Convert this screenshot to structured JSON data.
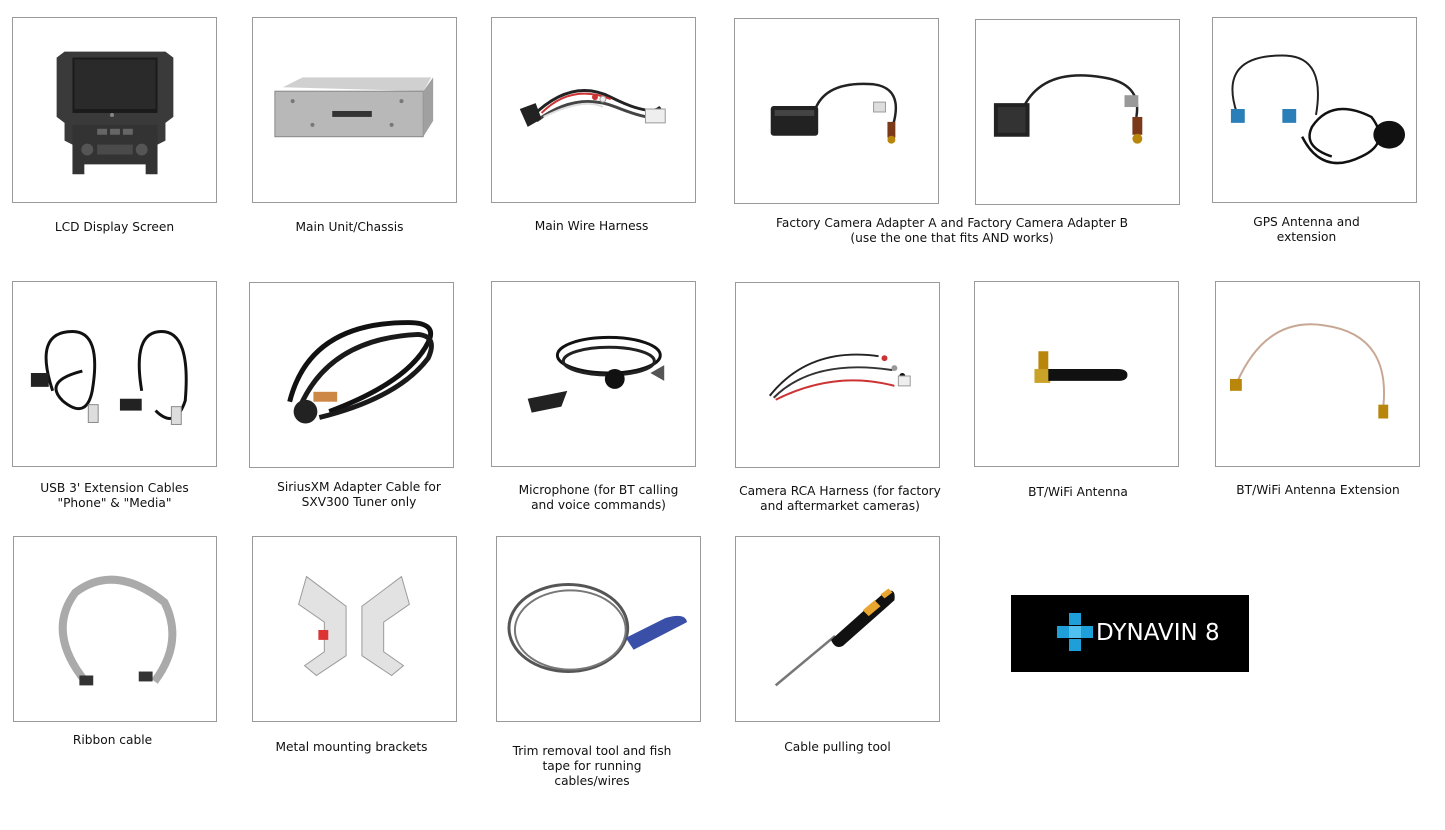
{
  "items": [
    {
      "caption": "LCD Display Screen",
      "icon": "lcd-display-screen-icon"
    },
    {
      "caption": "Main Unit/Chassis",
      "icon": "main-unit-chassis-icon"
    },
    {
      "caption": "Main Wire Harness",
      "icon": "wire-harness-icon"
    },
    {
      "caption": "",
      "icon": "camera-adapter-a-icon"
    },
    {
      "caption": "",
      "icon": "camera-adapter-b-icon"
    },
    {
      "caption": "GPS Antenna and\nextension",
      "icon": "gps-antenna-icon"
    },
    {
      "caption": "USB 3' Extension Cables\n\"Phone\" & \"Media\"",
      "icon": "usb-cables-icon"
    },
    {
      "caption": "SiriusXM Adapter Cable for\nSXV300 Tuner only",
      "icon": "siriusxm-cable-icon"
    },
    {
      "caption": "Microphone (for BT calling\nand voice commands)",
      "icon": "microphone-icon"
    },
    {
      "caption": "Camera RCA Harness (for factory\nand aftermarket cameras)",
      "icon": "rca-harness-icon"
    },
    {
      "caption": "BT/WiFi Antenna",
      "icon": "bt-wifi-antenna-icon"
    },
    {
      "caption": "BT/WiFi Antenna Extension",
      "icon": "antenna-extension-icon"
    },
    {
      "caption": "Ribbon cable",
      "icon": "ribbon-cable-icon"
    },
    {
      "caption": "Metal mounting brackets",
      "icon": "mounting-brackets-icon"
    },
    {
      "caption": "Trim removal tool and fish\ntape for running\ncables/wires",
      "icon": "trim-tool-icon"
    },
    {
      "caption": "Cable pulling tool",
      "icon": "screwdriver-icon"
    }
  ],
  "camera_adapter_caption": "Factory Camera Adapter A and Factory Camera Adapter B\n(use the one that fits AND works)",
  "brand": {
    "name": "DYNAVIN 8",
    "accent": "#1e9fd8",
    "background": "#000000",
    "text_color": "#ffffff",
    "icon": "dynavin-logo-icon"
  }
}
